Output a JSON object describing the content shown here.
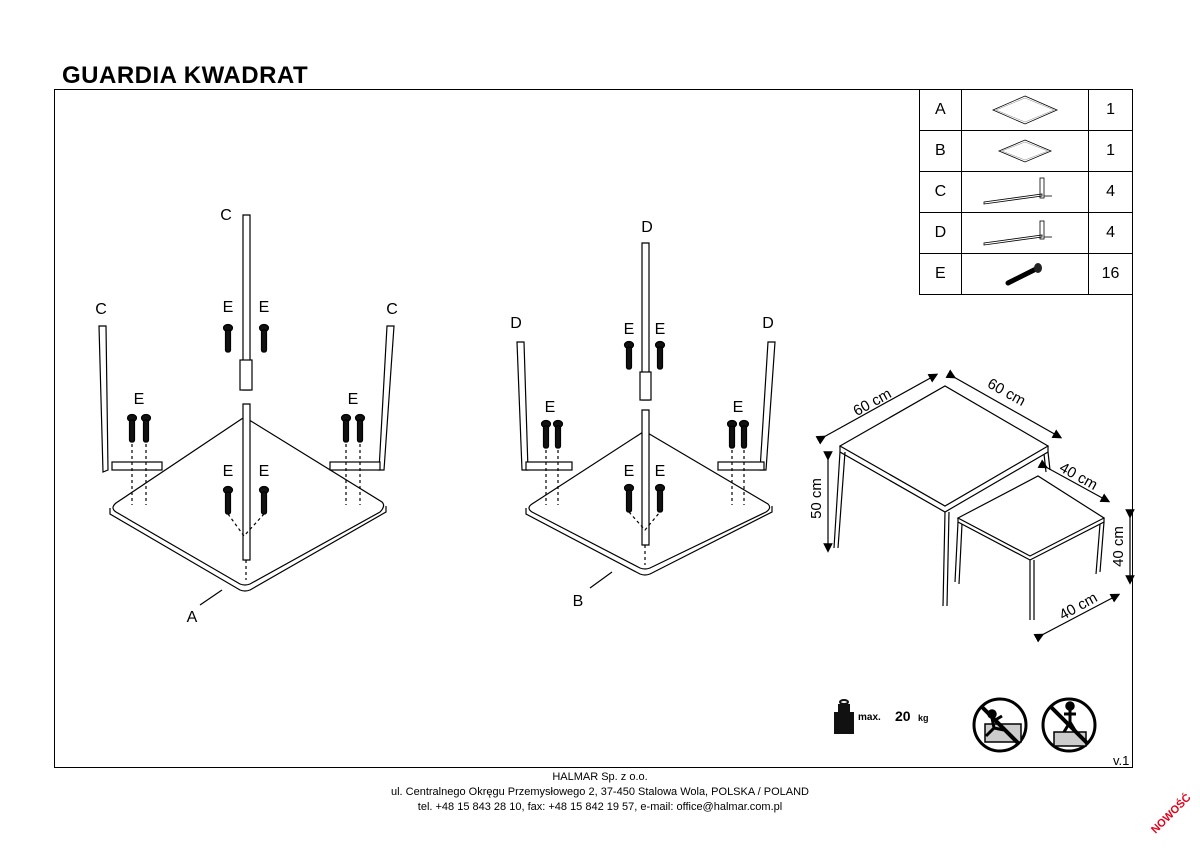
{
  "title": "GUARDIA KWADRAT",
  "parts": [
    {
      "letter": "A",
      "qty": "1",
      "icon": "large-tabletop-icon"
    },
    {
      "letter": "B",
      "qty": "1",
      "icon": "small-tabletop-icon"
    },
    {
      "letter": "C",
      "qty": "4",
      "icon": "long-leg-icon"
    },
    {
      "letter": "D",
      "qty": "4",
      "icon": "short-leg-icon"
    },
    {
      "letter": "E",
      "qty": "16",
      "icon": "screw-icon"
    }
  ],
  "labels": {
    "leg_c": "C",
    "leg_d": "D",
    "screw": "E",
    "top_a": "A",
    "top_b": "B"
  },
  "dimensions": {
    "big_width": "60 cm",
    "big_depth": "60 cm",
    "big_height": "50 cm",
    "small_width": "40 cm",
    "small_depth": "40 cm",
    "small_height": "40 cm"
  },
  "load": {
    "label": "max.",
    "value": "20",
    "unit": "kg"
  },
  "warnings": [
    "no-climbing-icon",
    "no-standing-icon"
  ],
  "version": "v.1",
  "footer": {
    "company": "HALMAR Sp. z o.o.",
    "address": "ul. Centralnego Okręgu Przemysłowego 2, 37-450 Stalowa Wola, POLSKA / POLAND",
    "contact": "tel. +48 15 843 28 10, fax: +48 15 842 19 57, e-mail: office@halmar.com.pl"
  },
  "badge": "NOWOŚĆ"
}
